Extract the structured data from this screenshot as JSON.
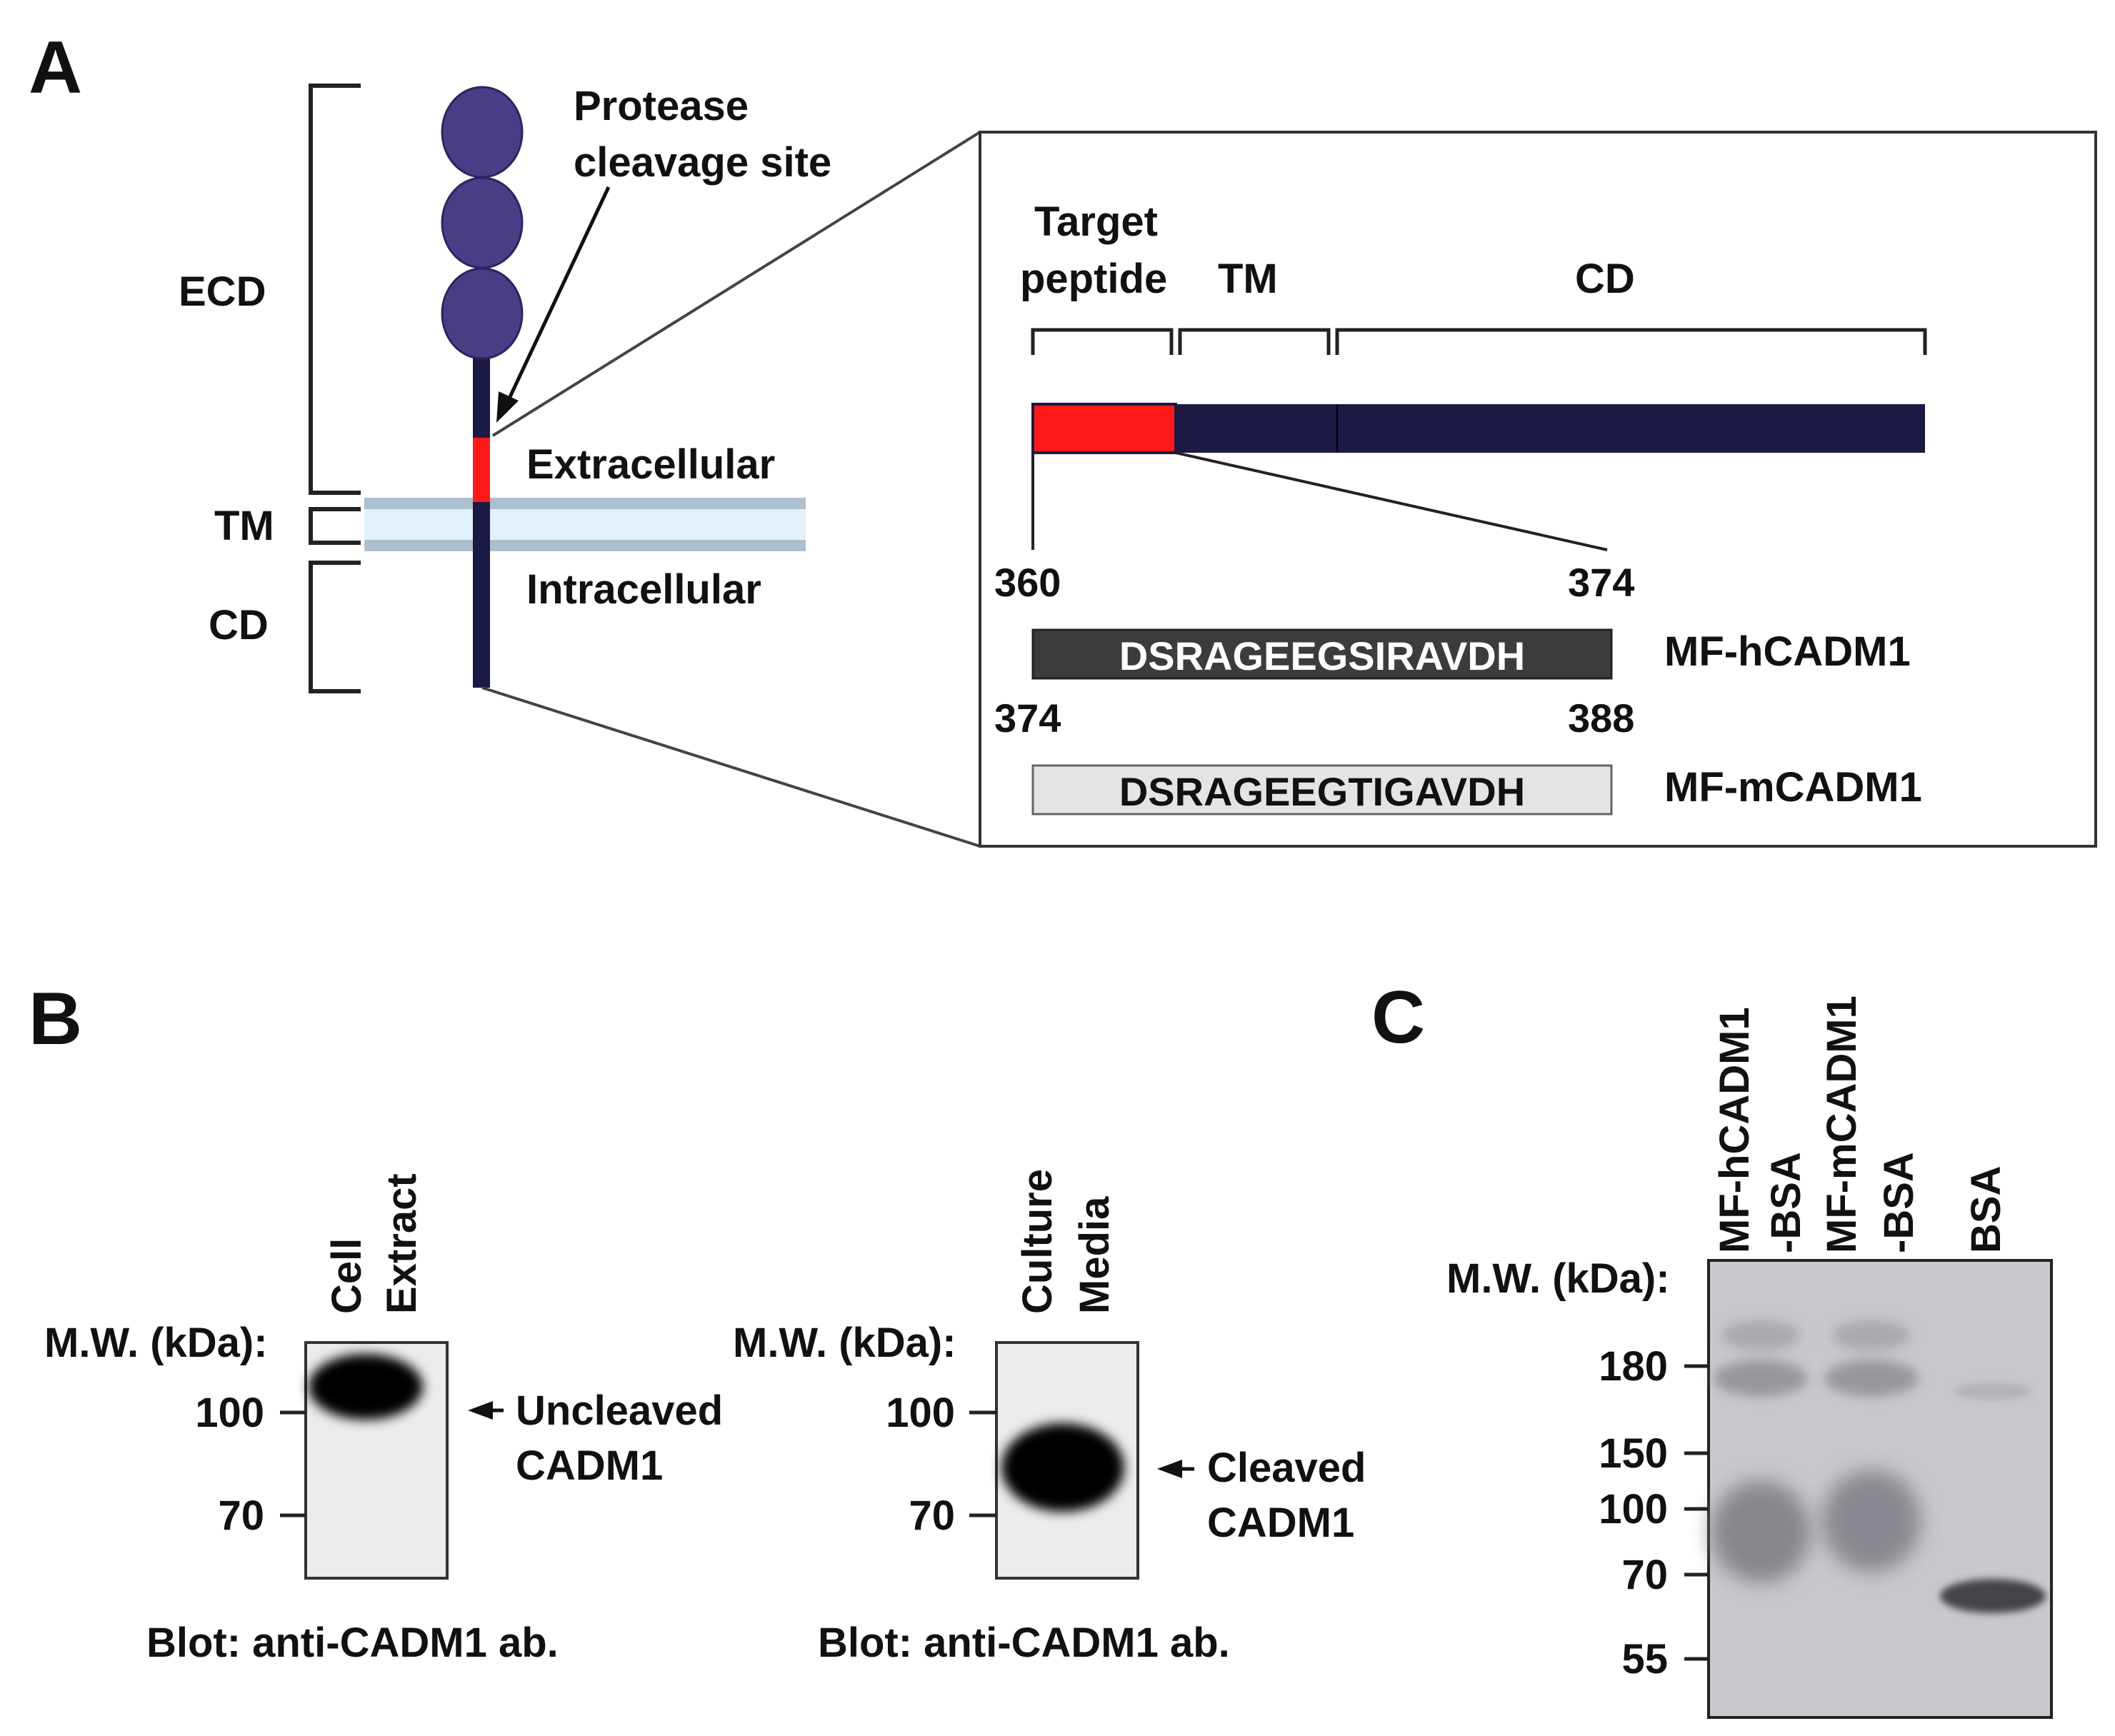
{
  "colors": {
    "domain": "#4a3d85",
    "stem": "#1b1a45",
    "target": "#ff1a1a",
    "membrane_outer": "#aebfcd",
    "membrane_inner": "#e2f0fa",
    "ink": "#111111",
    "human_bar": "#3c3c3c",
    "mouse_bar": "#e4e4e4",
    "blot_bg": "#ececec",
    "gel_bg": "#c9c9cd"
  },
  "panelA": {
    "letter": "A",
    "ecd": "ECD",
    "tm": "TM",
    "cd": "CD",
    "protease_line1": "Protease",
    "protease_line2": "cleavage site",
    "extracellular": "Extracellular",
    "intracellular": "Intracellular",
    "inset": {
      "target_line1": "Target",
      "target_line2": "peptide",
      "tm": "TM",
      "cd": "CD",
      "human": {
        "start": "360",
        "end": "374",
        "sequence": "DSRAGEEGSIRAVDH",
        "name": "MF-hCADM1"
      },
      "mouse": {
        "start": "374",
        "end": "388",
        "sequence": "DSRAGEEGTIGAVDH",
        "name": "MF-mCADM1"
      }
    }
  },
  "panelB": {
    "letter": "B",
    "blots": [
      {
        "lane_line1": "Cell",
        "lane_line2": "Extract",
        "mw_label": "M.W. (kDa):",
        "mw_100": "100",
        "mw_70": "70",
        "band_line1": "Uncleaved",
        "band_line2": "CADM1",
        "caption": "Blot: anti-CADM1 ab."
      },
      {
        "lane_line1": "Culture",
        "lane_line2": "Media",
        "mw_label": "M.W. (kDa):",
        "mw_100": "100",
        "mw_70": "70",
        "band_line1": "Cleaved",
        "band_line2": "CADM1",
        "caption": "Blot: anti-CADM1 ab."
      }
    ]
  },
  "panelC": {
    "letter": "C",
    "mw_label": "M.W. (kDa):",
    "lanes": [
      {
        "line1": "MF-hCADM1",
        "line2": "-BSA"
      },
      {
        "line1": "MF-mCADM1",
        "line2": "-BSA"
      },
      {
        "line1": "BSA"
      }
    ],
    "markers": [
      "180",
      "150",
      "100",
      "70",
      "55"
    ]
  }
}
